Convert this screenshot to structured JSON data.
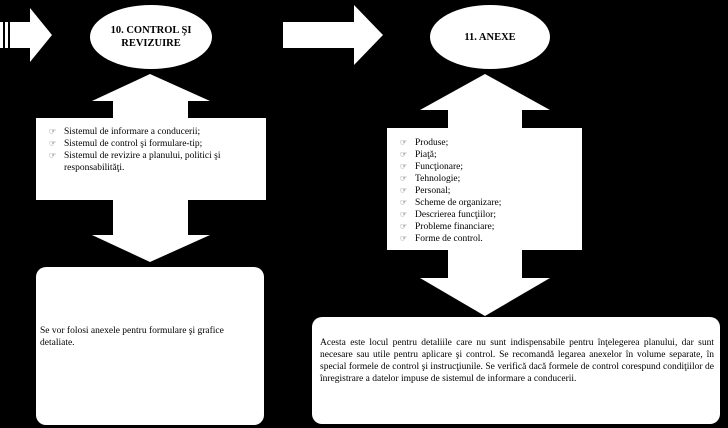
{
  "left": {
    "title_line1": "10. CONTROL ŞI",
    "title_line2": "REVIZUIRE",
    "items": [
      "Sistemul de informare a conducerii;",
      "Sistemul de control şi formulare-tip;",
      "Sistemul de revizire a planului, politici şi responsabilităţi."
    ],
    "note": "Se vor folosi anexele pentru formulare şi grafice detaliate."
  },
  "right": {
    "title": "11. ANEXE",
    "items": [
      "Produse;",
      "Piaţă;",
      "Funcţionare;",
      "Tehnologie;",
      "Personal;",
      "Scheme de organizare;",
      "Descrierea funcţiilor;",
      "Probleme financiare;",
      "Forme de control."
    ],
    "note": "Acesta este locul pentru detaliile care nu sunt indispensabile pentru înţelegerea planului, dar sunt necesare sau utile pentru aplicare şi control. Se recomandă legarea anexelor în volume separate, în special formele de control şi instrucţiunile. Se verifică dacă formele de control corespund condiţiilor de înregistrare a datelor impuse de sistemul de informare a conducerii."
  },
  "icons": {
    "bullet": "☞"
  }
}
